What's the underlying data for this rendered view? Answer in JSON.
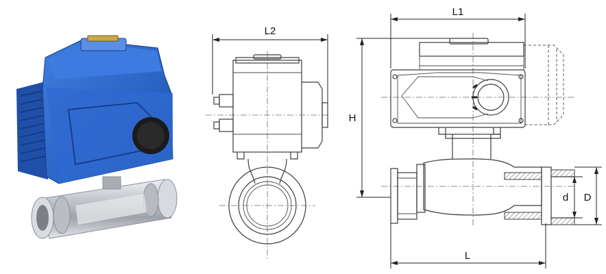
{
  "colors": {
    "actuator_blue": "#2a63c4",
    "actuator_blue_dark": "#173f8a",
    "steel": "#c9ccd1",
    "line": "#3a3a3a",
    "background": "#ffffff"
  },
  "dimensions": {
    "L1": "L1",
    "L2": "L2",
    "H": "H",
    "L": "L",
    "d": "d",
    "D": "D"
  }
}
